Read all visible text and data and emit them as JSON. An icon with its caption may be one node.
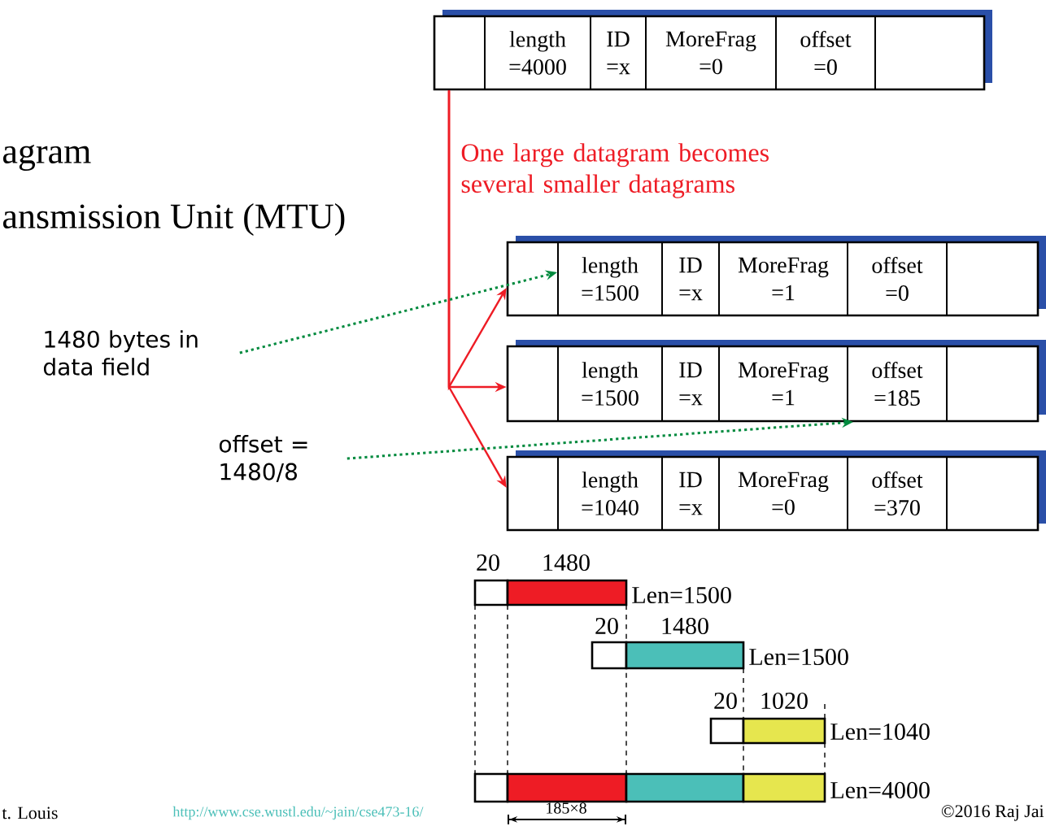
{
  "diagram": {
    "nodes": [
      {
        "text": [],
        "shape": "box"
      },
      {
        "text": [
          "length =4000"
        ],
        "in": 0
      },
      {
        "text": [
          "ID =x"
        ],
        "in": 0
      },
      {
        "text": [
          "MoreFrag =0"
        ],
        "in": 0
      },
      {
        "text": [
          "offset =0"
        ],
        "in": 0
      },
      {
        "text": [],
        "shape": "box"
      },
      {
        "text": [
          "length =1500"
        ],
        "in": 5
      },
      {
        "text": [
          "ID =x"
        ],
        "in": 5
      },
      {
        "text": [
          "MoreFrag =1"
        ],
        "in": 5
      },
      {
        "text": [
          "offset =0"
        ],
        "in": 5
      },
      {
        "text": [],
        "shape": "box"
      },
      {
        "text": [
          "length =1500"
        ],
        "in": 10
      },
      {
        "text": [
          "ID =x"
        ],
        "in": 10
      },
      {
        "text": [
          "MoreFrag =1"
        ],
        "in": 10
      },
      {
        "text": [
          "offset =185"
        ],
        "in": 10
      },
      {
        "text": [],
        "shape": "box"
      },
      {
        "text": [
          "length =1040"
        ],
        "in": 15
      },
      {
        "text": [
          "ID =x"
        ],
        "in": 15
      },
      {
        "text": [
          "MoreFrag =0"
        ],
        "in": 15
      },
      {
        "text": [
          "offset =370"
        ],
        "in": 15
      },
      {
        "text": [
          "1480 bytes in data field"
        ]
      },
      {
        "text": [
          "offset = 1480/8"
        ]
      }
    ],
    "edges": [
      {
        "from": 0,
        "to": 5,
        "arrow": "to",
        "color": "#ee1c25"
      },
      {
        "from": 0,
        "to": 10,
        "arrow": "to",
        "color": "#ee1c25"
      },
      {
        "from": 0,
        "to": 15,
        "arrow": "to",
        "color": "#ee1c25"
      },
      {
        "from": 20,
        "to": 6,
        "arrow": "to",
        "style": "dashed",
        "color": "#008a3e"
      },
      {
        "from": 21,
        "to": 14,
        "arrow": "to",
        "style": "dashed",
        "color": "#008a3e"
      }
    ],
    "labels": [
      "agram",
      "ansmission Unit (MTU)",
      "One large datagram becomes several smaller datagrams",
      "20",
      "1480",
      "Len=1500",
      "20",
      "1480",
      "Len=1500",
      "20",
      "1020",
      "Len=1040",
      "Len=4000",
      "t. Louis",
      "http://www.cse.wustl.edu/~jain/cse473-16/",
      "185×8",
      "©2016 Raj Jai"
    ]
  }
}
